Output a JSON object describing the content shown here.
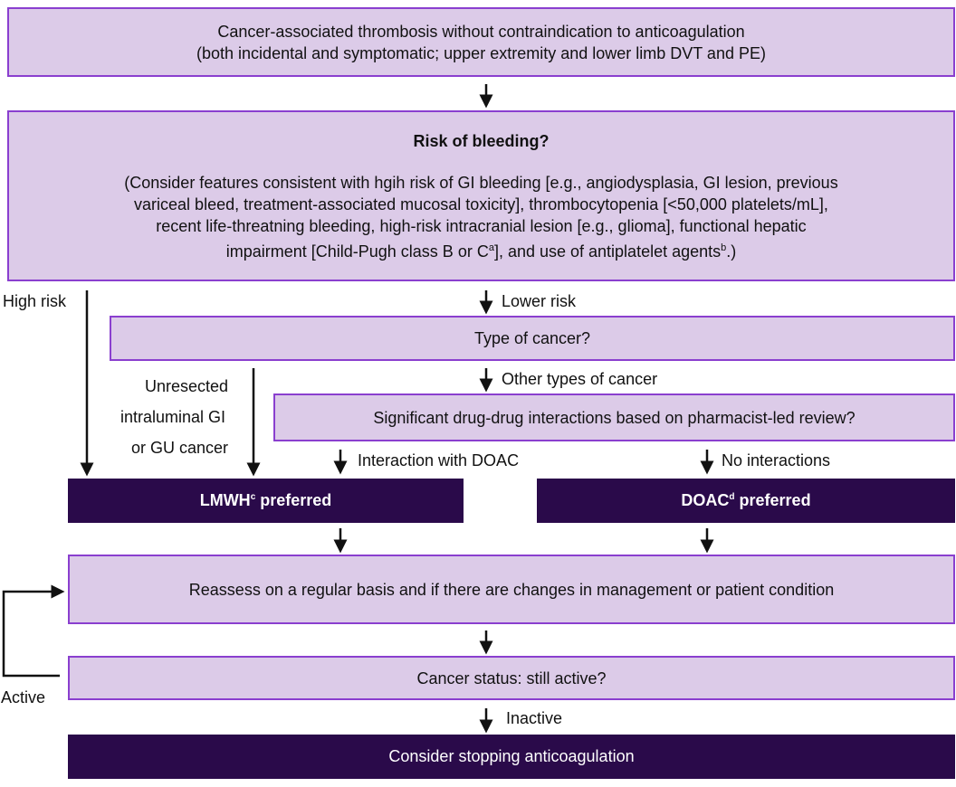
{
  "nodes": {
    "start": {
      "line1": "Cancer-associated thrombosis without contraindication to anticoagulation",
      "line2": "(both incidental and symptomatic; upper extremity and lower limb DVT and PE)"
    },
    "bleeding": {
      "title": "Risk of bleeding?",
      "line1": "(Consider features consistent with hgih risk of GI bleeding [e.g., angiodysplasia, GI lesion, previous",
      "line2": "variceal bleed, treatment-associated mucosal toxicity], thrombocytopenia [<50,000 platelets/mL],",
      "line3": "recent life-threatning bleeding, high-risk intracranial lesion [e.g., glioma], functional hepatic",
      "line4_pre": "impairment [Child-Pugh class B or C",
      "line4_sup1": "a",
      "line4_mid": "], and use of antiplatelet agents",
      "line4_sup2": "b",
      "line4_post": ".)"
    },
    "cancer_type": {
      "text": "Type of cancer?"
    },
    "interactions": {
      "text": "Significant drug-drug interactions based on pharmacist-led review?"
    },
    "lmwh": {
      "text": "LMWH",
      "sup": "c",
      "text2": " preferred"
    },
    "doac": {
      "text": "DOAC",
      "sup": "d",
      "text2": " preferred"
    },
    "reassess": {
      "text": "Reassess on a regular basis and if there are changes in management or patient condition"
    },
    "status": {
      "text": "Cancer status: still active?"
    },
    "stop": {
      "text": "Consider stopping anticoagulation"
    }
  },
  "edges": {
    "high_risk": "High risk",
    "lower_risk": "Lower risk",
    "unresected_line1": "Unresected",
    "unresected_line2": "intraluminal GI",
    "unresected_line3": "or GU cancer",
    "other_types": "Other types of cancer",
    "interaction_doac": "Interaction with DOAC",
    "no_interactions": "No interactions",
    "active": "Active",
    "inactive": "Inactive"
  },
  "colors": {
    "box_fill": "#dccbe8",
    "box_border": "#8a3fcf",
    "dark_fill": "#2a0a4a",
    "arrow": "#111111"
  }
}
